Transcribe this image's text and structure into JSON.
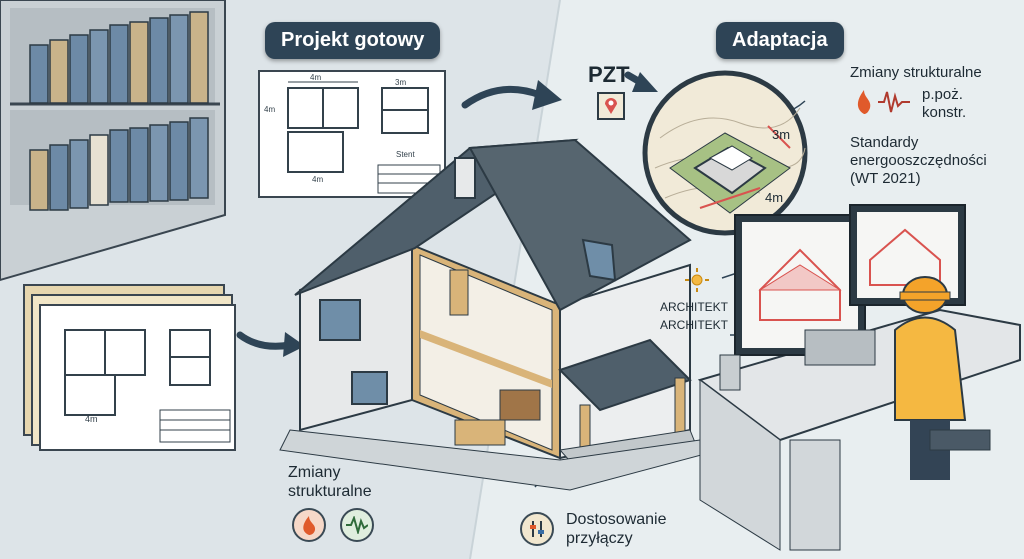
{
  "left": {
    "title": "Projekt gotowy"
  },
  "right": {
    "title": "Adaptacja",
    "pzt": "PZT",
    "callouts": {
      "structural": "Zmiany strukturalne",
      "fire_construction": "p.poż.\nkonstr.",
      "energy": "Standardy\nenergooszczędności\n(WT 2021)",
      "architect_1": "ARCHITEKT",
      "architect_2": "ARCHITEKT"
    },
    "map_dimensions": {
      "side": "3m",
      "front": "4m"
    }
  },
  "plan": {
    "dims_top_a": "4m",
    "dims_top_b": "3m",
    "dims_side": "4m",
    "dims_bottom": "4m",
    "stamp": "Stent"
  },
  "bottom": {
    "structural_changes": "Zmiany\nstrukturalne",
    "connections": "Dostosowanie\nprzyłączy"
  },
  "icons": {
    "fire": "fire-icon",
    "seismic": "seismic-wave-icon",
    "utility": "utility-meter-icon",
    "sun": "sun-icon",
    "location": "map-pin-icon"
  },
  "colors": {
    "pill": "#2e4456",
    "roof": "#4f5f6b",
    "timber": "#d9b479",
    "accent_red": "#d9534f",
    "hardhat": "#f4a32a",
    "vest": "#f5b841"
  }
}
